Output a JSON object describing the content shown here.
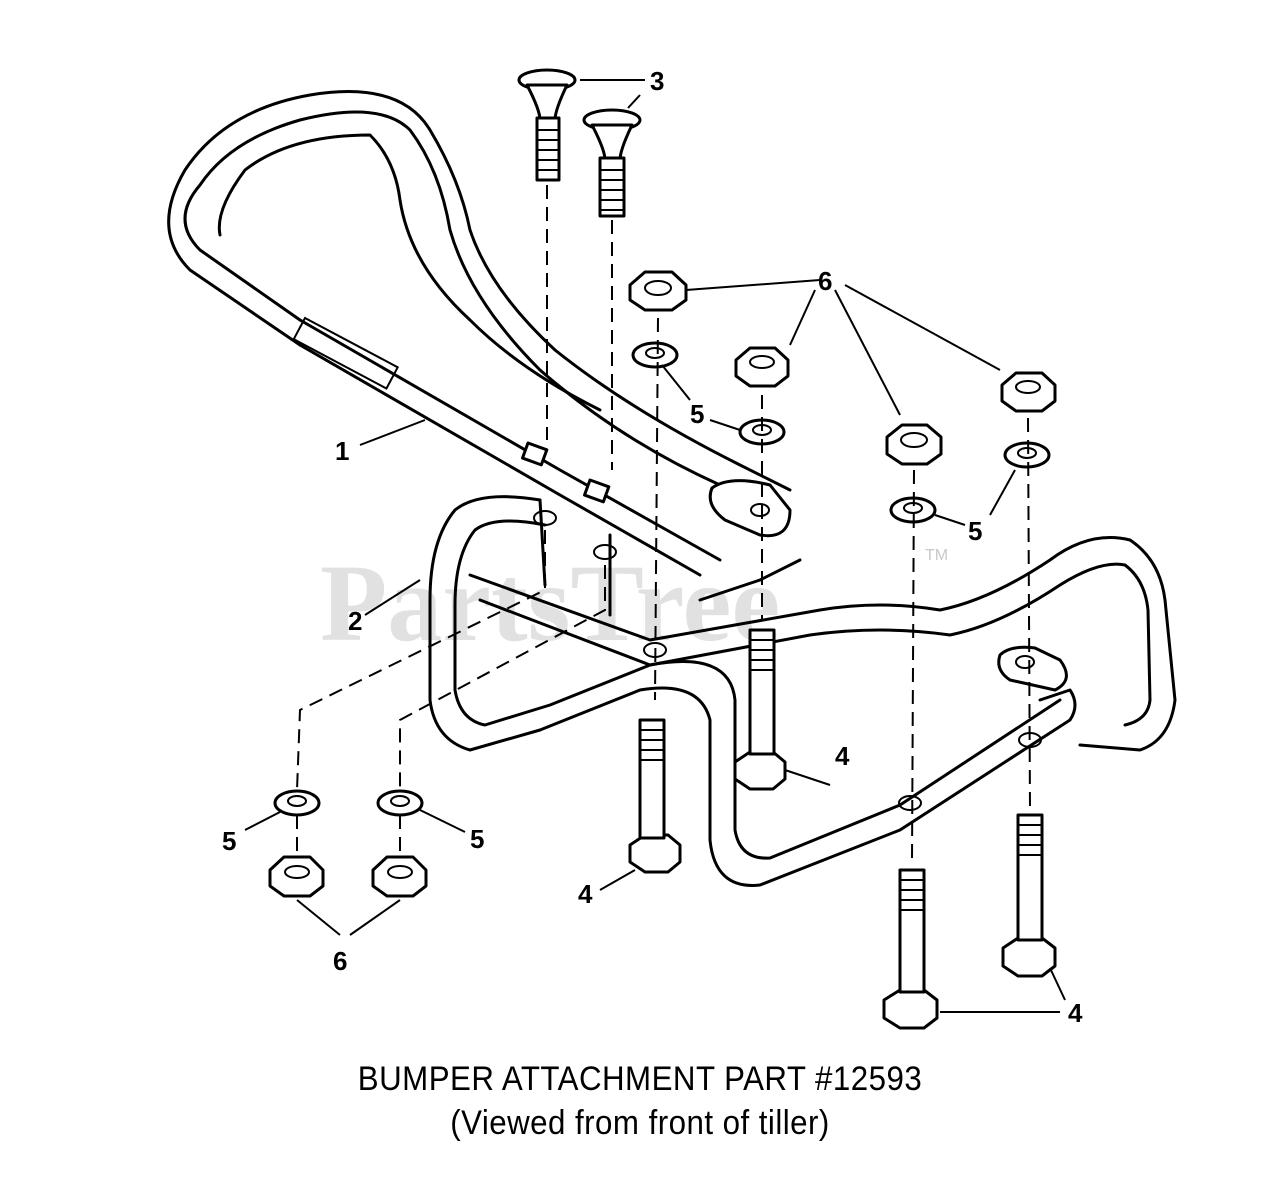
{
  "watermark": {
    "text": "PartsTree",
    "trademark": "TM"
  },
  "callouts": {
    "c1": "1",
    "c2": "2",
    "c3": "3",
    "c4a": "4",
    "c4b": "4",
    "c4c": "4",
    "c5a": "5",
    "c5b": "5",
    "c5c": "5",
    "c5d": "5",
    "c6a": "6",
    "c6b": "6"
  },
  "caption": {
    "line1": "BUMPER ATTACHMENT PART #12593",
    "line2": "(Viewed from front of tiller)"
  }
}
